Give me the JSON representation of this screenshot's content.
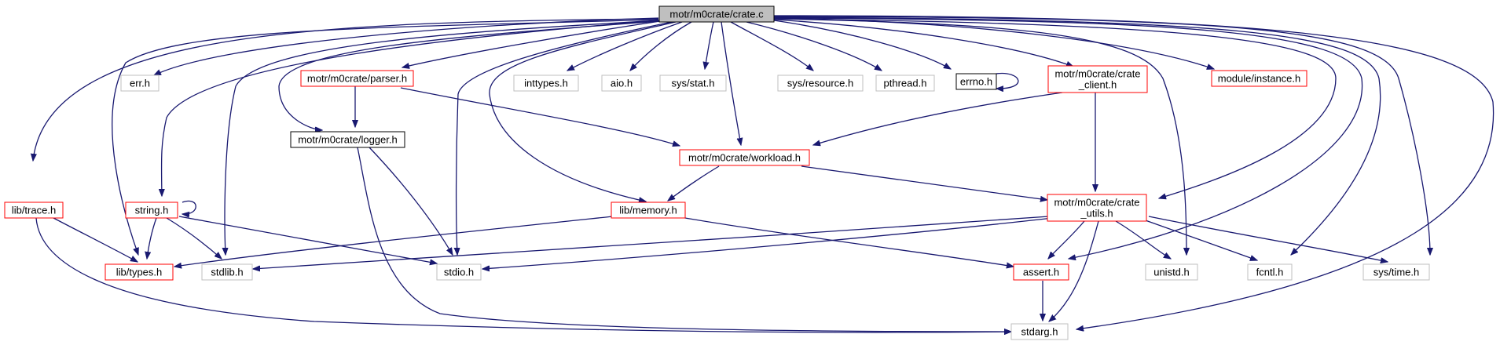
{
  "colors": {
    "edge": "#191970",
    "root_fill": "#bfbfbf",
    "documented_border": "#ff0000",
    "undocumented_border": "#bfbfbf",
    "local_border": "#000000",
    "background": "#ffffff"
  },
  "nodes": {
    "root": {
      "label": "motr/m0crate/crate.c",
      "kind": "root"
    },
    "err": {
      "label": "err.h",
      "kind": "system"
    },
    "inttypes": {
      "label": "inttypes.h",
      "kind": "system"
    },
    "aio": {
      "label": "aio.h",
      "kind": "system"
    },
    "sysstat": {
      "label": "sys/stat.h",
      "kind": "system"
    },
    "sysres": {
      "label": "sys/resource.h",
      "kind": "system"
    },
    "pthread": {
      "label": "pthread.h",
      "kind": "system"
    },
    "errno": {
      "label": "errno.h",
      "kind": "local"
    },
    "parser": {
      "label": "motr/m0crate/parser.h",
      "kind": "documented"
    },
    "client": {
      "label_lines": [
        "motr/m0crate/crate",
        "_client.h"
      ],
      "kind": "documented"
    },
    "instance": {
      "label": "module/instance.h",
      "kind": "documented"
    },
    "logger": {
      "label": "motr/m0crate/logger.h",
      "kind": "local"
    },
    "workload": {
      "label": "motr/m0crate/workload.h",
      "kind": "documented"
    },
    "trace": {
      "label": "lib/trace.h",
      "kind": "documented"
    },
    "string": {
      "label": "string.h",
      "kind": "documented"
    },
    "memory": {
      "label": "lib/memory.h",
      "kind": "documented"
    },
    "utils": {
      "label_lines": [
        "motr/m0crate/crate",
        "_utils.h"
      ],
      "kind": "documented"
    },
    "types": {
      "label": "lib/types.h",
      "kind": "documented"
    },
    "stdlib": {
      "label": "stdlib.h",
      "kind": "system"
    },
    "stdio": {
      "label": "stdio.h",
      "kind": "system"
    },
    "assert": {
      "label": "assert.h",
      "kind": "documented"
    },
    "unistd": {
      "label": "unistd.h",
      "kind": "system"
    },
    "fcntl": {
      "label": "fcntl.h",
      "kind": "system"
    },
    "systime": {
      "label": "sys/time.h",
      "kind": "system"
    },
    "stdarg": {
      "label": "stdarg.h",
      "kind": "system"
    }
  },
  "edges": [
    [
      "root",
      "trace"
    ],
    [
      "root",
      "err"
    ],
    [
      "root",
      "types"
    ],
    [
      "root",
      "stdlib"
    ],
    [
      "root",
      "string"
    ],
    [
      "root",
      "parser"
    ],
    [
      "root",
      "logger"
    ],
    [
      "root",
      "stdio"
    ],
    [
      "root",
      "inttypes"
    ],
    [
      "root",
      "aio"
    ],
    [
      "root",
      "memory"
    ],
    [
      "root",
      "sysstat"
    ],
    [
      "root",
      "workload"
    ],
    [
      "root",
      "sysres"
    ],
    [
      "root",
      "pthread"
    ],
    [
      "root",
      "errno"
    ],
    [
      "root",
      "client"
    ],
    [
      "root",
      "utils"
    ],
    [
      "root",
      "unistd"
    ],
    [
      "root",
      "instance"
    ],
    [
      "root",
      "assert"
    ],
    [
      "root",
      "fcntl"
    ],
    [
      "root",
      "systime"
    ],
    [
      "root",
      "stdarg"
    ],
    [
      "errno",
      "errno"
    ],
    [
      "parser",
      "logger"
    ],
    [
      "parser",
      "workload"
    ],
    [
      "client",
      "workload"
    ],
    [
      "client",
      "utils"
    ],
    [
      "logger",
      "stdio"
    ],
    [
      "logger",
      "stdarg"
    ],
    [
      "workload",
      "memory"
    ],
    [
      "workload",
      "utils"
    ],
    [
      "trace",
      "types"
    ],
    [
      "trace",
      "stdarg"
    ],
    [
      "string",
      "string"
    ],
    [
      "string",
      "types"
    ],
    [
      "string",
      "stdlib"
    ],
    [
      "string",
      "stdio"
    ],
    [
      "memory",
      "types"
    ],
    [
      "memory",
      "assert"
    ],
    [
      "utils",
      "stdlib"
    ],
    [
      "utils",
      "stdio"
    ],
    [
      "utils",
      "assert"
    ],
    [
      "utils",
      "unistd"
    ],
    [
      "utils",
      "fcntl"
    ],
    [
      "utils",
      "systime"
    ],
    [
      "utils",
      "stdarg"
    ],
    [
      "assert",
      "stdarg"
    ]
  ]
}
